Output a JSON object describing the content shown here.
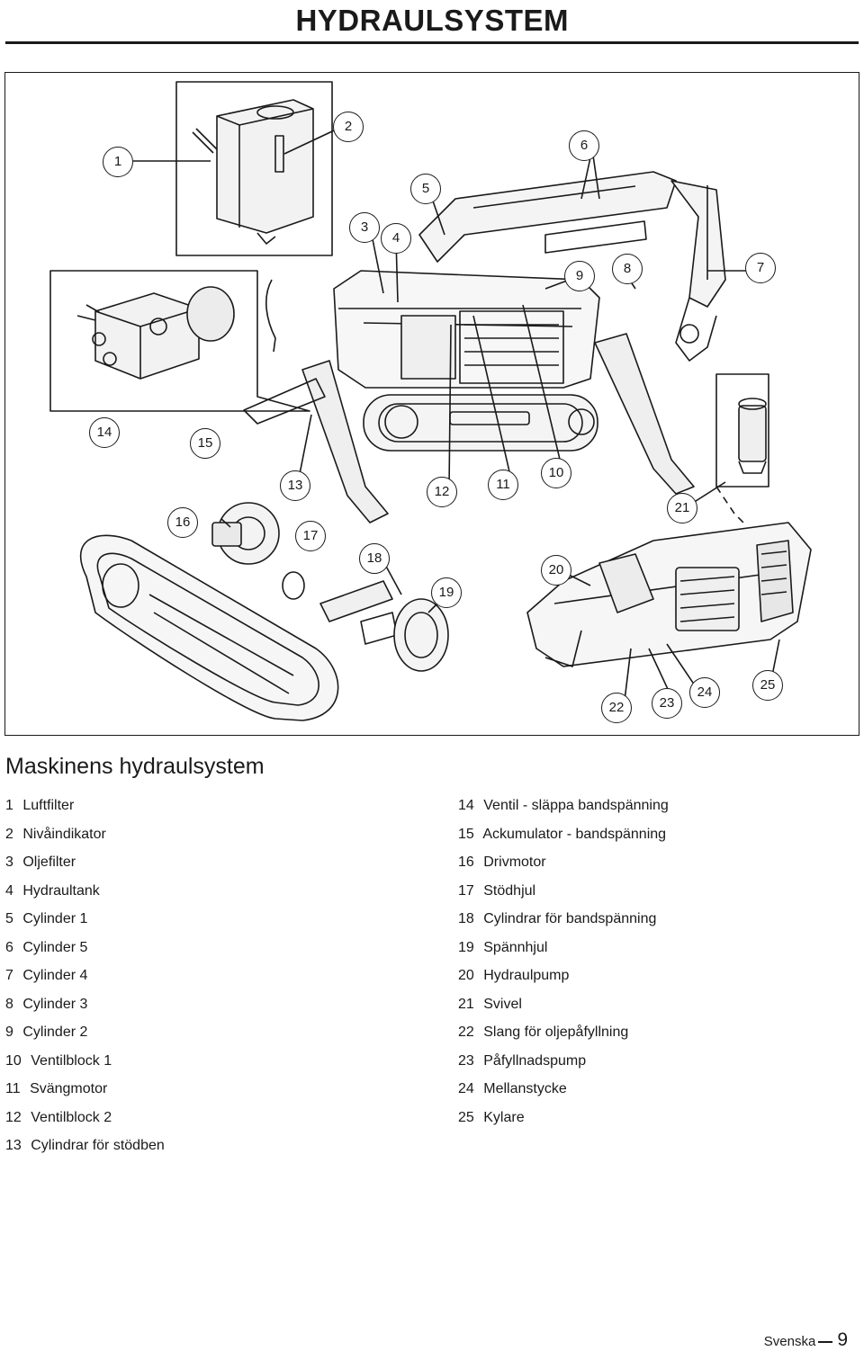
{
  "header": {
    "title": "HYDRAULSYSTEM"
  },
  "figure": {
    "callouts": [
      "1",
      "2",
      "3",
      "4",
      "5",
      "6",
      "7",
      "8",
      "9",
      "10",
      "11",
      "12",
      "13",
      "14",
      "15",
      "16",
      "17",
      "18",
      "19",
      "20",
      "21",
      "22",
      "23",
      "24",
      "25"
    ]
  },
  "section": {
    "heading": "Maskinens hydraulsystem"
  },
  "legend": {
    "left": [
      {
        "num": "1",
        "label": "Luftfilter"
      },
      {
        "num": "2",
        "label": "Nivåindikator"
      },
      {
        "num": "3",
        "label": "Oljefilter"
      },
      {
        "num": "4",
        "label": "Hydraultank"
      },
      {
        "num": "5",
        "label": "Cylinder 1"
      },
      {
        "num": "6",
        "label": "Cylinder 5"
      },
      {
        "num": "7",
        "label": "Cylinder 4"
      },
      {
        "num": "8",
        "label": "Cylinder 3"
      },
      {
        "num": "9",
        "label": "Cylinder 2"
      },
      {
        "num": "10",
        "label": "Ventilblock 1"
      },
      {
        "num": "11",
        "label": "Svängmotor"
      },
      {
        "num": "12",
        "label": "Ventilblock 2"
      },
      {
        "num": "13",
        "label": "Cylindrar för stödben"
      }
    ],
    "right": [
      {
        "num": "14",
        "label": "Ventil - släppa bandspänning"
      },
      {
        "num": "15",
        "label": "Ackumulator - bandspänning"
      },
      {
        "num": "16",
        "label": "Drivmotor"
      },
      {
        "num": "17",
        "label": "Stödhjul"
      },
      {
        "num": "18",
        "label": "Cylindrar för bandspänning"
      },
      {
        "num": "19",
        "label": "Spännhjul"
      },
      {
        "num": "20",
        "label": "Hydraulpump"
      },
      {
        "num": "21",
        "label": "Svivel"
      },
      {
        "num": "22",
        "label": "Slang för oljepåfyllning"
      },
      {
        "num": "23",
        "label": "Påfyllnadspump"
      },
      {
        "num": "24",
        "label": "Mellanstycke"
      },
      {
        "num": "25",
        "label": "Kylare"
      }
    ]
  },
  "footer": {
    "language": "Svenska",
    "page": "9"
  }
}
